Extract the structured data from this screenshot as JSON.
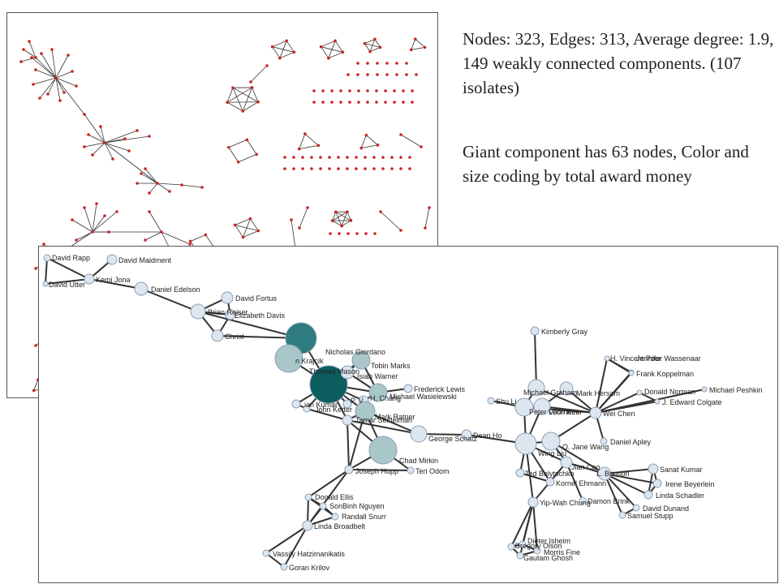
{
  "caption_stats": "Nodes: 323, Edges: 313, Average degree: 1.9, 149 weakly connected components. (107 isolates)",
  "caption_giant": "Giant component has 63 nodes, Color and size coding by total award money",
  "colors": {
    "overview_node": "#cc2222",
    "edge": "#333333",
    "node_light": "#dde6ee",
    "node_mid": "#a9c7c9",
    "node_dark": "#2e7b80",
    "node_darkest": "#0b5d5e"
  },
  "giant_component": {
    "labels": [
      "David Rapp",
      "David Maidment",
      "David Utter",
      "Kemi Jona",
      "Daniel Edelson",
      "David Fortus",
      "Elizabeth Davis",
      "Brian Reiser",
      "Christ",
      "Nicholas Giordano",
      "n Krajcik",
      "Tobin Marks",
      "Thomas Mason",
      "Isiah Warner",
      "Frederick Lewis",
      "Michael Wasielewski",
      "H. Chang",
      "P. V",
      "ian Kumar",
      "John Ketter",
      "Mark Ratner",
      "Tamar Seidelman",
      "George Schatz",
      "Dean Ho",
      "Chad Mirkin",
      "Joseph Hupp",
      "Teri Odom",
      "Donald Ellis",
      "SonBinh Nguyen",
      "Randall Snurr",
      "Linda Broadbelt",
      "Vassily Hatzimanikatis",
      "Goran Krilov",
      "Kimberly Gray",
      "H. Vincent Poor",
      "Jennifer Wassenaar",
      "Frank Koppelman",
      "Michael Peshkin",
      "Donald Norman",
      "J. Edward Colgate",
      "Michael Graham",
      "Mark Hersam",
      "Shu Li",
      "Peter Voorhees",
      "Leon Keer",
      "Wei Chen",
      "Daniel Apley",
      "Q. Jane Wang",
      "Wing Liu",
      "Jian Cao",
      "Ted Belytschko",
      "Kornel Ehmann",
      "L. Brinson",
      "Sanat Kumar",
      "Irene Beyerlein",
      "Linda Schadler",
      "David Dunand",
      "Samuel Stupp",
      "Damon Brink",
      "Yip-Wah Chung",
      "Dieter Isheim",
      "Gregory Olson",
      "Morris Fine",
      "Gautam Ghosh"
    ]
  }
}
